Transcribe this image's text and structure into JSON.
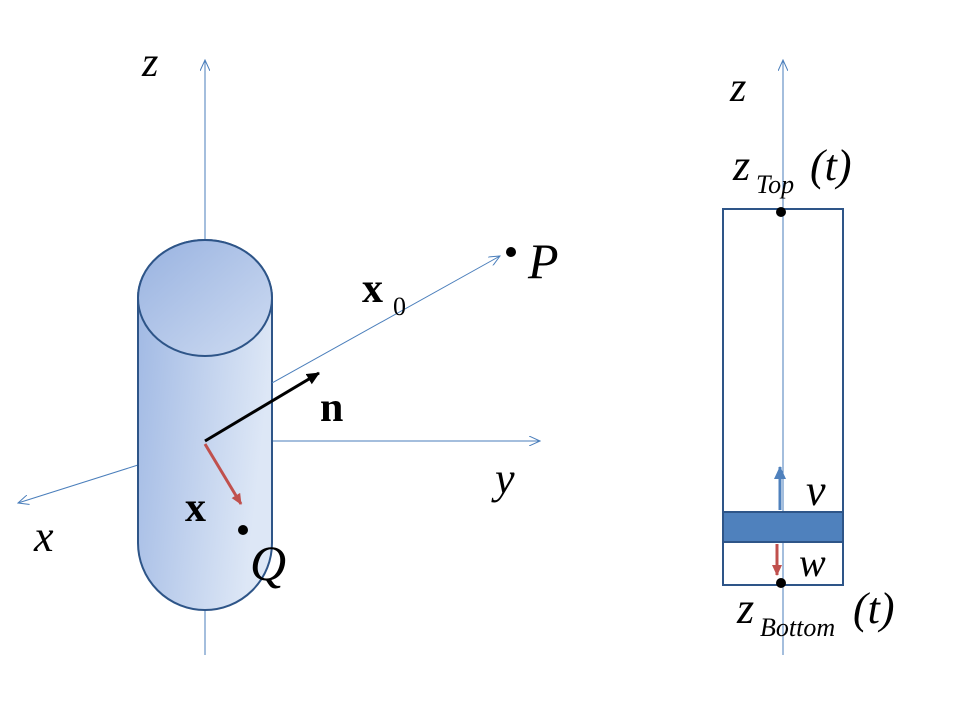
{
  "colors": {
    "axis": "#4a7ebb",
    "outline": "#2e5588",
    "cylinder_light": "#dbe5f6",
    "cylinder_dark": "#9eb7e3",
    "arrow_normal": "#000000",
    "arrow_x": "#c0504d",
    "arrow_v": "#4f81bd",
    "arrow_w": "#c0504d",
    "slab": "#4f81bd"
  },
  "left_diagram": {
    "axis_z": "z",
    "axis_y": "y",
    "axis_x": "x",
    "vector_n": "n",
    "vector_x": "x",
    "vector_x0": "x",
    "vector_x0_sub": "0",
    "point_p": "P",
    "point_q": "Q"
  },
  "right_diagram": {
    "axis_z": "z",
    "top_z": "z",
    "top_sub": "Top",
    "top_arg": "(t)",
    "bottom_z": "z",
    "bottom_sub": "Bottom",
    "bottom_arg": "(t)",
    "label_v": "v",
    "label_w": "w"
  }
}
